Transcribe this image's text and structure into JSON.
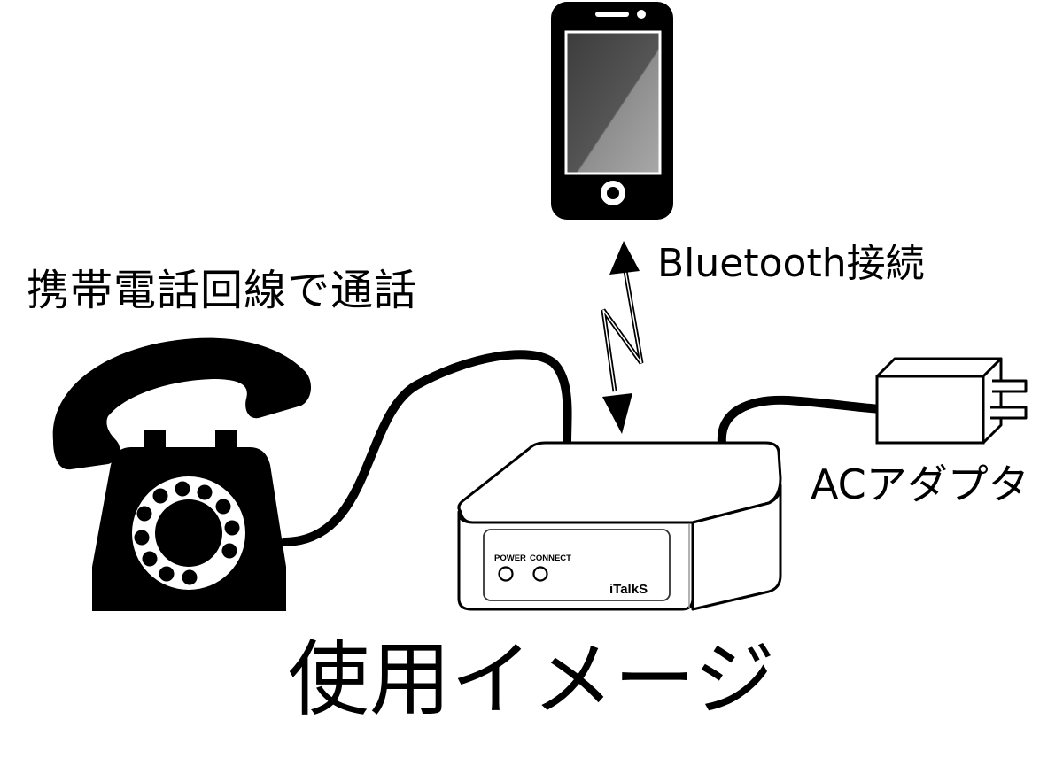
{
  "labels": {
    "line_call": "携帯電話回線で通話",
    "bluetooth": "Bluetooth接続",
    "ac_adapter": "ACアダプタ",
    "title": "使用イメージ"
  },
  "device": {
    "power_label": "POWER",
    "connect_label": "CONNECT",
    "brand": "iTalkS"
  },
  "colors": {
    "ink": "#000000",
    "paper": "#ffffff",
    "screen_dark": "#404040",
    "screen_light": "#9a9a9a",
    "device_line": "#333333"
  }
}
